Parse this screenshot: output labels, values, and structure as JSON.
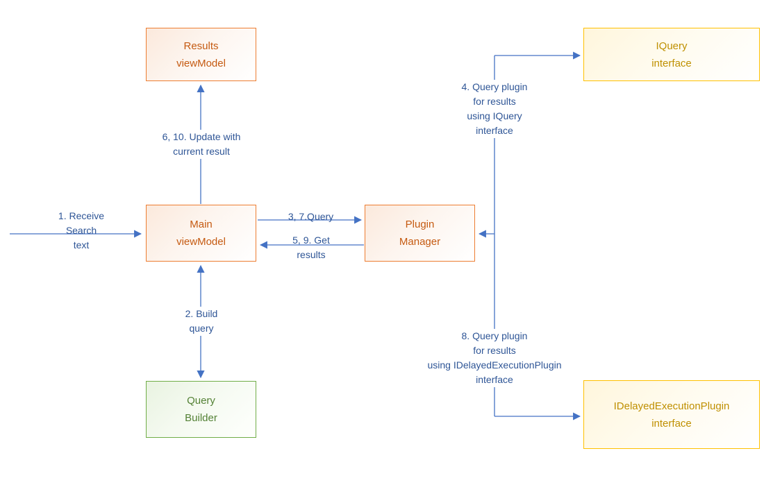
{
  "diagram": {
    "title": "Search plugin architecture sequence diagram",
    "colors": {
      "orange_border": "#ED7D31",
      "orange_text": "#C55A11",
      "green_border": "#70AD47",
      "green_text": "#538135",
      "yellow_border": "#FFC000",
      "yellow_text": "#BF9000",
      "arrow": "#4472C4",
      "edge_label_text": "#2E5596",
      "background": "#FFFFFF"
    },
    "nodes": {
      "results_viewmodel": {
        "label": "Results\nviewModel"
      },
      "iquery_interface": {
        "label": "IQuery\ninterface"
      },
      "main_viewmodel": {
        "label": "Main\nviewModel"
      },
      "plugin_manager": {
        "label": "Plugin\nManager"
      },
      "query_builder": {
        "label": "Query\nBuilder"
      },
      "idelayed_interface": {
        "label": "IDelayedExecutionPlugin\ninterface"
      }
    },
    "edge_labels": {
      "receive_search": "1. Receive\nSearch\ntext",
      "update_result": "6, 10. Update with\ncurrent result",
      "query": "3, 7.Query",
      "get_results": "5, 9. Get\nresults",
      "build_query": "2. Build\nquery",
      "query_iquery": "4. Query plugin\nfor results\nusing IQuery\ninterface",
      "query_idelayed": "8. Query plugin\nfor results\nusing IDelayedExecutionPlugin\ninterface"
    }
  }
}
